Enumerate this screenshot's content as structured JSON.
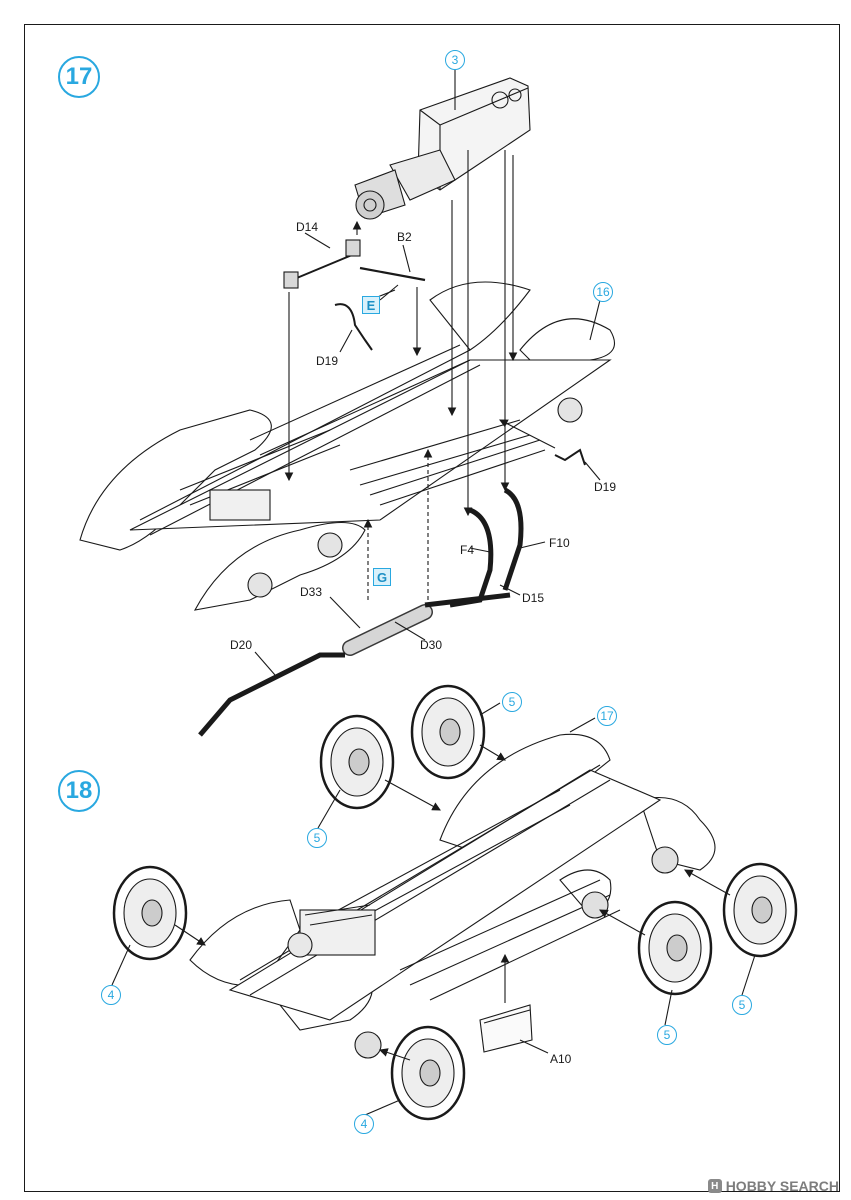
{
  "steps": {
    "s17": "17",
    "s18": "18"
  },
  "step17": {
    "refs": {
      "engine": "3",
      "chassis": "16"
    },
    "parts": {
      "d14": "D14",
      "b2": "B2",
      "d19_left": "D19",
      "d19_right": "D19",
      "f4": "F4",
      "f10": "F10",
      "d15": "D15",
      "d33": "D33",
      "d30": "D30",
      "d20": "D20"
    },
    "option_boxes": {
      "e": "E",
      "g": "G"
    }
  },
  "step18": {
    "refs": {
      "chassis": "17",
      "wheel_rear_top": "5",
      "wheel_rear_left": "5",
      "wheel_front_left": "4",
      "wheel_front_bottom": "4",
      "wheel_mid_right": "5",
      "wheel_far_right": "5"
    },
    "parts": {
      "a10": "A10"
    }
  },
  "watermark": {
    "text": "HOBBY SEARCH",
    "logo": "H"
  },
  "colors": {
    "accent": "#29a8e0",
    "line": "#1a1a1a"
  }
}
